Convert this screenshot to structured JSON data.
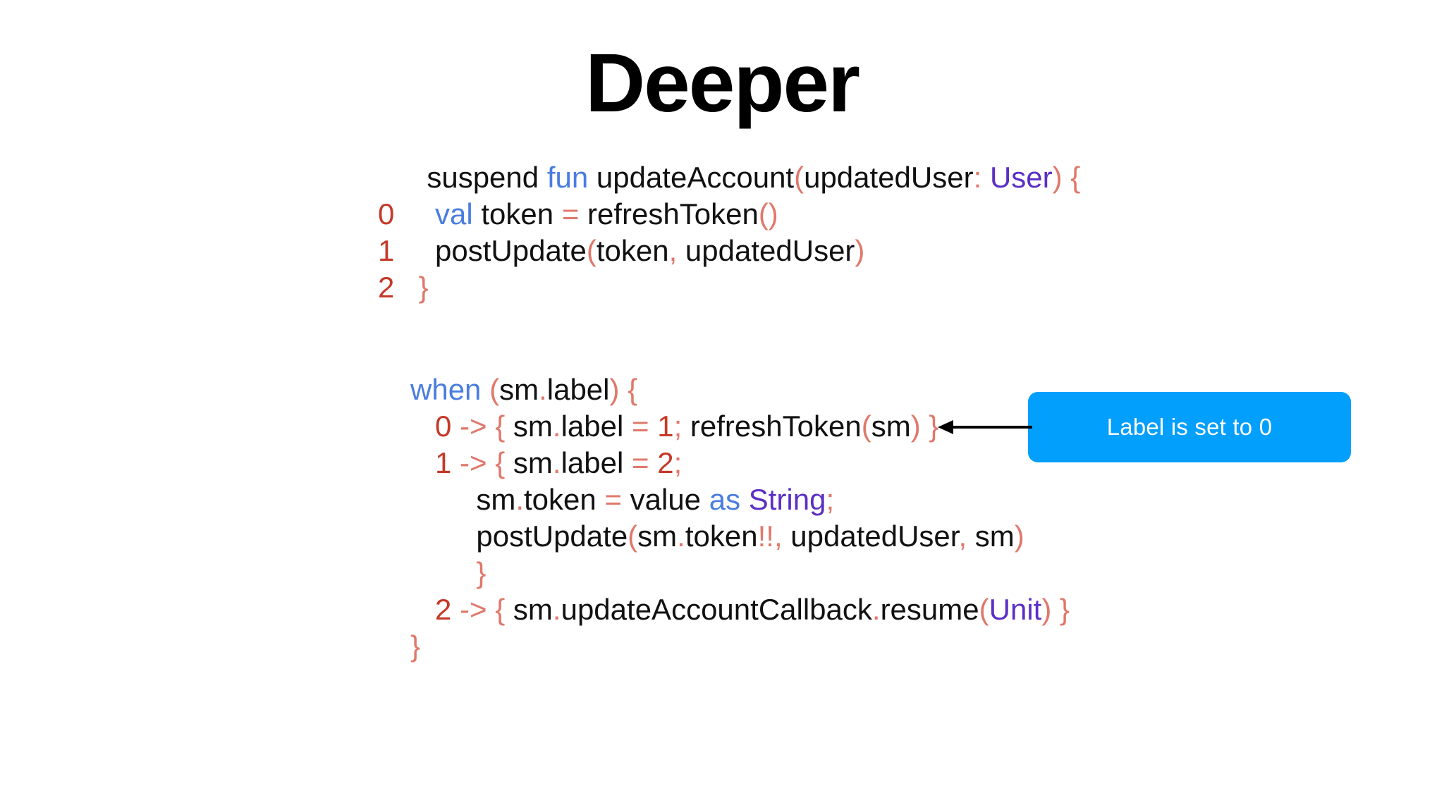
{
  "slide": {
    "title": "Deeper",
    "background_color": "#ffffff"
  },
  "theme": {
    "keyword_color": "#4A7DE0",
    "type_color": "#5C2FC4",
    "punctuation_color": "#E0786B",
    "number_color": "#C53929",
    "text_color": "#111111",
    "callout_color": "#039FFD",
    "callout_text_color": "#ffffff",
    "arrow_color": "#000000"
  },
  "code_blocks": [
    {
      "id": "code-block-1",
      "lines": [
        {
          "gutter": "",
          "tokens": [
            {
              "t": "  suspend ",
              "c": "plain"
            },
            {
              "t": "fun",
              "c": "kw"
            },
            {
              "t": " updateAccount",
              "c": "plain"
            },
            {
              "t": "(",
              "c": "punc"
            },
            {
              "t": "updatedUser",
              "c": "plain"
            },
            {
              "t": ":",
              "c": "punc"
            },
            {
              "t": " ",
              "c": "plain"
            },
            {
              "t": "User",
              "c": "type"
            },
            {
              "t": ")",
              "c": "punc"
            },
            {
              "t": " ",
              "c": "plain"
            },
            {
              "t": "{",
              "c": "punc"
            }
          ]
        },
        {
          "gutter": "0",
          "tokens": [
            {
              "t": "   ",
              "c": "plain"
            },
            {
              "t": "val",
              "c": "kw"
            },
            {
              "t": " token ",
              "c": "plain"
            },
            {
              "t": "=",
              "c": "punc"
            },
            {
              "t": " refreshToken",
              "c": "plain"
            },
            {
              "t": "()",
              "c": "punc"
            }
          ]
        },
        {
          "gutter": "1",
          "tokens": [
            {
              "t": "   postUpdate",
              "c": "plain"
            },
            {
              "t": "(",
              "c": "punc"
            },
            {
              "t": "token",
              "c": "plain"
            },
            {
              "t": ",",
              "c": "punc"
            },
            {
              "t": " updatedUser",
              "c": "plain"
            },
            {
              "t": ")",
              "c": "punc"
            }
          ]
        },
        {
          "gutter": "2",
          "tokens": [
            {
              "t": " ",
              "c": "plain"
            },
            {
              "t": "}",
              "c": "punc"
            }
          ]
        }
      ]
    },
    {
      "id": "code-block-2",
      "lines": [
        {
          "gutter": "",
          "tokens": [
            {
              "t": "when",
              "c": "kw"
            },
            {
              "t": " ",
              "c": "plain"
            },
            {
              "t": "(",
              "c": "punc"
            },
            {
              "t": "sm",
              "c": "plain"
            },
            {
              "t": ".",
              "c": "punc"
            },
            {
              "t": "label",
              "c": "plain"
            },
            {
              "t": ")",
              "c": "punc"
            },
            {
              "t": " ",
              "c": "plain"
            },
            {
              "t": "{",
              "c": "punc"
            }
          ]
        },
        {
          "gutter": "",
          "tokens": [
            {
              "t": "   ",
              "c": "plain"
            },
            {
              "t": "0",
              "c": "num"
            },
            {
              "t": " ",
              "c": "plain"
            },
            {
              "t": "->",
              "c": "punc"
            },
            {
              "t": " ",
              "c": "plain"
            },
            {
              "t": "{",
              "c": "punc"
            },
            {
              "t": " sm",
              "c": "plain"
            },
            {
              "t": ".",
              "c": "punc"
            },
            {
              "t": "label ",
              "c": "plain"
            },
            {
              "t": "=",
              "c": "punc"
            },
            {
              "t": " ",
              "c": "plain"
            },
            {
              "t": "1",
              "c": "num"
            },
            {
              "t": ";",
              "c": "punc"
            },
            {
              "t": " refreshToken",
              "c": "plain"
            },
            {
              "t": "(",
              "c": "punc"
            },
            {
              "t": "sm",
              "c": "plain"
            },
            {
              "t": ")",
              "c": "punc"
            },
            {
              "t": " ",
              "c": "plain"
            },
            {
              "t": "}",
              "c": "punc"
            }
          ]
        },
        {
          "gutter": "",
          "tokens": [
            {
              "t": "   ",
              "c": "plain"
            },
            {
              "t": "1",
              "c": "num"
            },
            {
              "t": " ",
              "c": "plain"
            },
            {
              "t": "->",
              "c": "punc"
            },
            {
              "t": " ",
              "c": "plain"
            },
            {
              "t": "{",
              "c": "punc"
            },
            {
              "t": " sm",
              "c": "plain"
            },
            {
              "t": ".",
              "c": "punc"
            },
            {
              "t": "label ",
              "c": "plain"
            },
            {
              "t": "=",
              "c": "punc"
            },
            {
              "t": " ",
              "c": "plain"
            },
            {
              "t": "2",
              "c": "num"
            },
            {
              "t": ";",
              "c": "punc"
            }
          ]
        },
        {
          "gutter": "",
          "tokens": [
            {
              "t": "        sm",
              "c": "plain"
            },
            {
              "t": ".",
              "c": "punc"
            },
            {
              "t": "token ",
              "c": "plain"
            },
            {
              "t": "=",
              "c": "punc"
            },
            {
              "t": " value ",
              "c": "plain"
            },
            {
              "t": "as",
              "c": "kw"
            },
            {
              "t": " ",
              "c": "plain"
            },
            {
              "t": "String",
              "c": "type"
            },
            {
              "t": ";",
              "c": "punc"
            }
          ]
        },
        {
          "gutter": "",
          "tokens": [
            {
              "t": "        postUpdate",
              "c": "plain"
            },
            {
              "t": "(",
              "c": "punc"
            },
            {
              "t": "sm",
              "c": "plain"
            },
            {
              "t": ".",
              "c": "punc"
            },
            {
              "t": "token",
              "c": "plain"
            },
            {
              "t": "!!",
              "c": "punc"
            },
            {
              "t": ",",
              "c": "punc"
            },
            {
              "t": " updatedUser",
              "c": "plain"
            },
            {
              "t": ",",
              "c": "punc"
            },
            {
              "t": " sm",
              "c": "plain"
            },
            {
              "t": ")",
              "c": "punc"
            }
          ]
        },
        {
          "gutter": "",
          "tokens": [
            {
              "t": "        ",
              "c": "plain"
            },
            {
              "t": "}",
              "c": "punc"
            }
          ]
        },
        {
          "gutter": "",
          "tokens": [
            {
              "t": "   ",
              "c": "plain"
            },
            {
              "t": "2",
              "c": "num"
            },
            {
              "t": " ",
              "c": "plain"
            },
            {
              "t": "->",
              "c": "punc"
            },
            {
              "t": " ",
              "c": "plain"
            },
            {
              "t": "{",
              "c": "punc"
            },
            {
              "t": " sm",
              "c": "plain"
            },
            {
              "t": ".",
              "c": "punc"
            },
            {
              "t": "updateAccountCallback",
              "c": "plain"
            },
            {
              "t": ".",
              "c": "punc"
            },
            {
              "t": "resume",
              "c": "plain"
            },
            {
              "t": "(",
              "c": "punc"
            },
            {
              "t": "Unit",
              "c": "type"
            },
            {
              "t": ")",
              "c": "punc"
            },
            {
              "t": " ",
              "c": "plain"
            },
            {
              "t": "}",
              "c": "punc"
            }
          ]
        },
        {
          "gutter": "",
          "tokens": [
            {
              "t": "}",
              "c": "punc"
            }
          ]
        }
      ]
    }
  ],
  "callout": {
    "label": "Label is set to 0",
    "arrow_direction": "left"
  }
}
